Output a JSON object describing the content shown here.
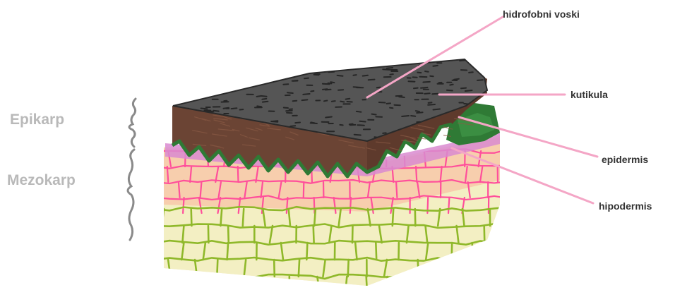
{
  "layers": {
    "epikarp": "Epikarp",
    "mezokarp": "Mezokarp"
  },
  "callouts": {
    "hidrofobni_voski": "hidrofobni voski",
    "kutikula": "kutikula",
    "epidermis": "epidermis",
    "hipodermis": "hipodermis"
  },
  "colors": {
    "wax": "#555555",
    "cuticle": "#6b4434",
    "epidermis": "#2f7a35",
    "hypodermis_band": "#d98ad0",
    "cell_walls_pink": "#ff4f9b",
    "cell_walls_green": "#8fb82a",
    "flesh_orange": "#f7c9a8",
    "flesh_yellow": "#f3efc3",
    "leader_line": "#f4a6c6",
    "side_label": "#b9b9b9"
  }
}
